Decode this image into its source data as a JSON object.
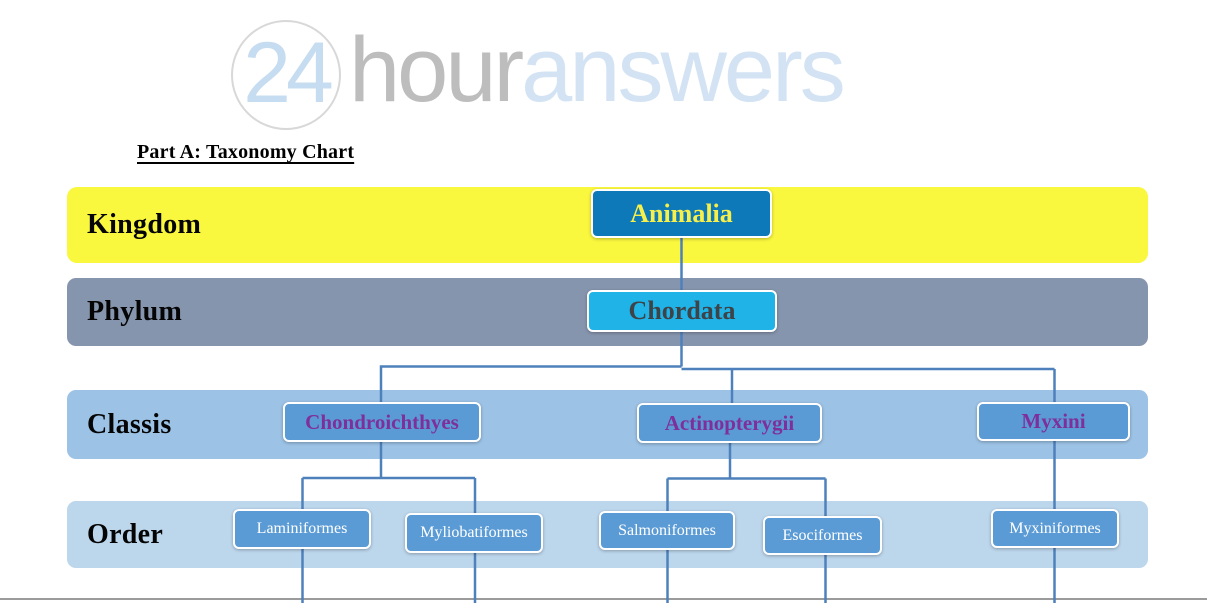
{
  "logo": {
    "number": "24",
    "hour": "hour",
    "answers": "answers"
  },
  "heading": "Part A: Taxonomy Chart",
  "bands": [
    {
      "label": "Kingdom",
      "color": "#FAF73F"
    },
    {
      "label": "Phylum",
      "color": "#8695AE"
    },
    {
      "label": "Classis",
      "color": "#9CC2E5"
    },
    {
      "label": "Order",
      "color": "#BCD6EC"
    }
  ],
  "nodes": {
    "kingdom": {
      "label": "Animalia",
      "fill": "#0E79B8",
      "text_color": "#F7EF4A"
    },
    "phylum": {
      "label": "Chordata",
      "fill": "#1FB3E8",
      "text_color": "#3E4348"
    },
    "classis": [
      {
        "label": "Chondroichthyes"
      },
      {
        "label": "Actinopterygii"
      },
      {
        "label": "Myxini"
      }
    ],
    "classis_fill": "#5B9BD5",
    "classis_text_color": "#7E2F9B",
    "order": [
      {
        "label": "Laminiformes"
      },
      {
        "label": "Myliobatiformes"
      },
      {
        "label": "Salmoniformes"
      },
      {
        "label": "Esociformes"
      },
      {
        "label": "Myxiniformes"
      }
    ],
    "order_fill": "#5B9BD5",
    "order_text_color": "#FFFFFF"
  },
  "hierarchy": {
    "Animalia": [
      "Chordata"
    ],
    "Chordata": [
      "Chondroichthyes",
      "Actinopterygii",
      "Myxini"
    ],
    "Chondroichthyes": [
      "Laminiformes",
      "Myliobatiformes"
    ],
    "Actinopterygii": [
      "Salmoniformes",
      "Esociformes"
    ],
    "Myxini": [
      "Myxiniformes"
    ]
  },
  "connector_color": "#4E80BC"
}
